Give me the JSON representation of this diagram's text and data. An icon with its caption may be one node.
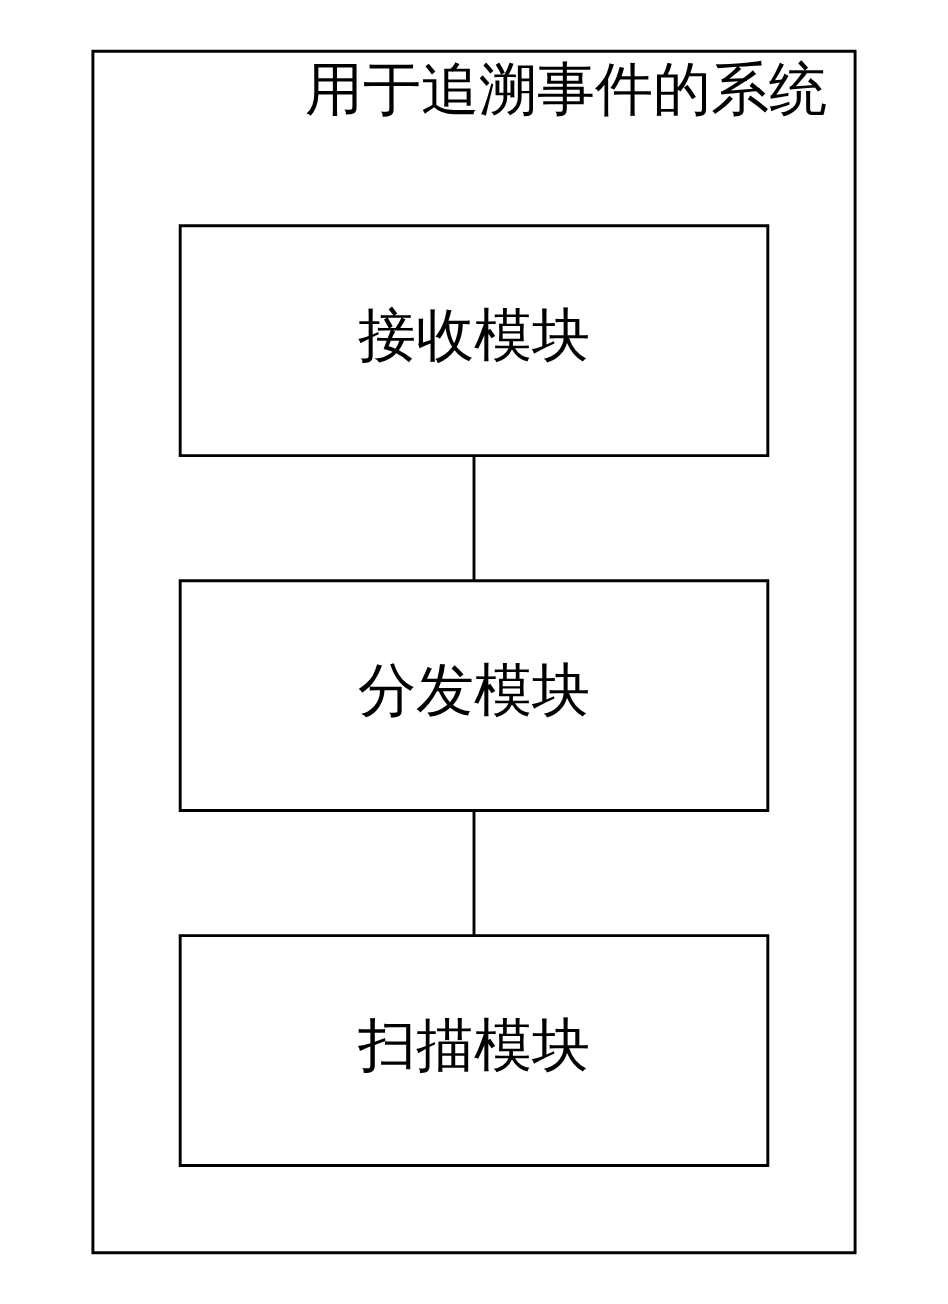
{
  "diagram": {
    "nodes": [
      {
        "text": [
          "用于追溯事件的系统"
        ]
      },
      {
        "text": [
          "接收模块"
        ],
        "in": 0
      },
      {
        "text": [
          "分发模块"
        ],
        "in": 0
      },
      {
        "text": [
          "扫描模块"
        ],
        "in": 0
      }
    ],
    "edges": [
      {
        "from": 1,
        "to": 2,
        "arrow": "none"
      },
      {
        "from": 2,
        "to": 3,
        "arrow": "none"
      }
    ]
  }
}
